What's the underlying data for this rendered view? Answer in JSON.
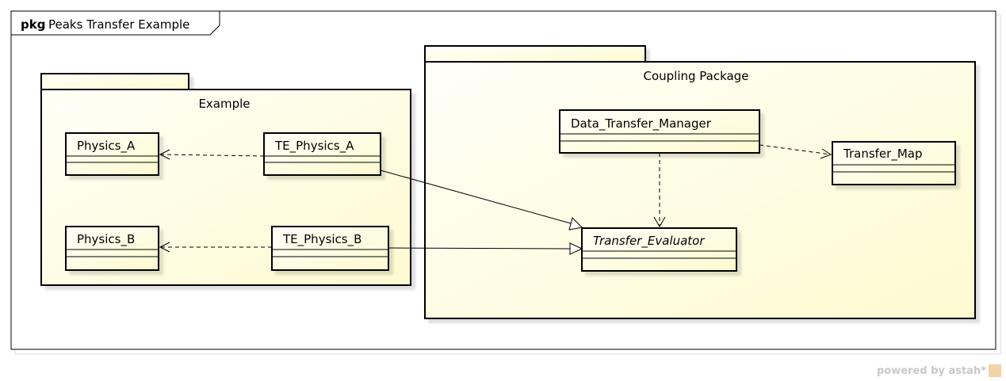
{
  "frame": {
    "keyword": "pkg",
    "name": "Peaks Transfer Example"
  },
  "packages": {
    "example": "Example",
    "coupling": "Coupling Package"
  },
  "classes": {
    "physics_a": "Physics_A",
    "te_physics_a": "TE_Physics_A",
    "physics_b": "Physics_B",
    "te_physics_b": "TE_Physics_B",
    "data_transfer_manager": "Data_Transfer_Manager",
    "transfer_map": "Transfer_Map",
    "transfer_evaluator": "Transfer_Evaluator"
  },
  "relationships": [
    {
      "from": "TE_Physics_A",
      "to": "Physics_A",
      "kind": "dependency"
    },
    {
      "from": "TE_Physics_B",
      "to": "Physics_B",
      "kind": "dependency"
    },
    {
      "from": "TE_Physics_A",
      "to": "Transfer_Evaluator",
      "kind": "generalization"
    },
    {
      "from": "TE_Physics_B",
      "to": "Transfer_Evaluator",
      "kind": "generalization"
    },
    {
      "from": "Data_Transfer_Manager",
      "to": "Transfer_Map",
      "kind": "dependency"
    },
    {
      "from": "Data_Transfer_Manager",
      "to": "Transfer_Evaluator",
      "kind": "dependency"
    }
  ],
  "footer": {
    "credit": "powered by astah*"
  },
  "colors": {
    "fill_start": "#fffef6",
    "fill_end": "#fefbd5",
    "line": "#000000"
  }
}
